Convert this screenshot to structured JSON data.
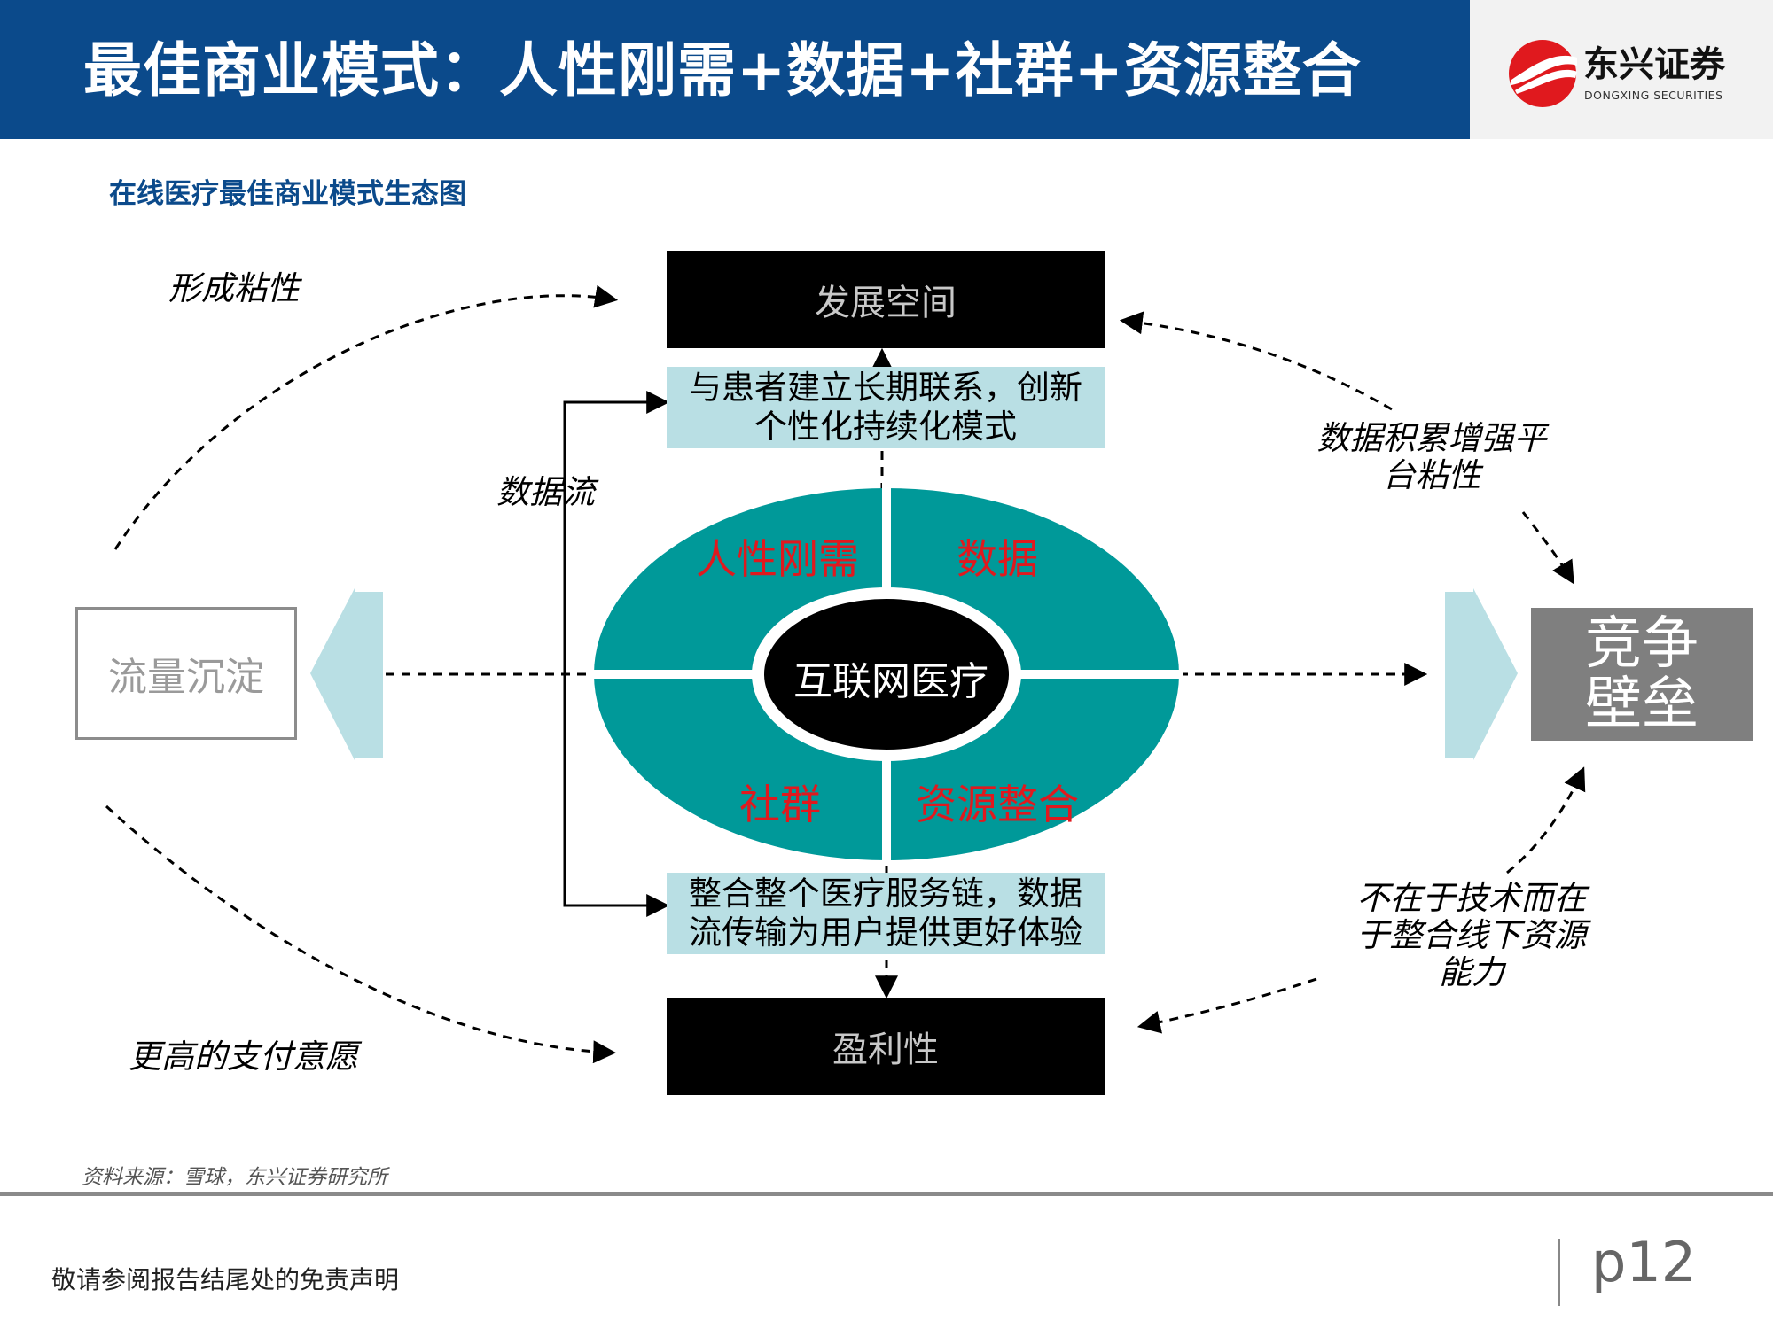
{
  "header": {
    "title": "最佳商业模式：人性刚需+数据+社群+资源整合",
    "logo_cn": "东兴证券",
    "logo_en": "DONGXING SECURITIES",
    "bar_color": "#0b4a8b",
    "logo_color": "#e0191e"
  },
  "subtitle": "在线医疗最佳商业模式生态图",
  "diagram": {
    "top_box": "发展空间",
    "bottom_box": "盈利性",
    "top_note": [
      "与患者建立长期联系，创新",
      "个性化持续化模式"
    ],
    "bottom_note": [
      "整合整个医疗服务链，数据",
      "流传输为用户提供更好体验"
    ],
    "left_box": "流量沉淀",
    "right_box": [
      "竞争",
      "壁垒"
    ],
    "center": "互联网医疗",
    "quadrants": {
      "top_left": "人性刚需",
      "top_right": "数据",
      "bottom_left": "社群",
      "bottom_right": "资源整合"
    },
    "labels": {
      "sticky": "形成粘性",
      "data_flow": "数据流",
      "accumulate": [
        "数据积累增强平",
        "台粘性"
      ],
      "tech": [
        "不在于技术而在",
        "于整合线下资源",
        "能力"
      ],
      "payment": "更高的支付意愿"
    },
    "colors": {
      "teal": "#009999",
      "light_teal": "#b9dfe4",
      "quadrant_text": "#e0191e",
      "moat_box": "#7f7f7f"
    }
  },
  "footer": {
    "source": "资料来源：雪球，东兴证券研究所",
    "disclaimer": "敬请参阅报告结尾处的免责声明",
    "page": "p12"
  }
}
